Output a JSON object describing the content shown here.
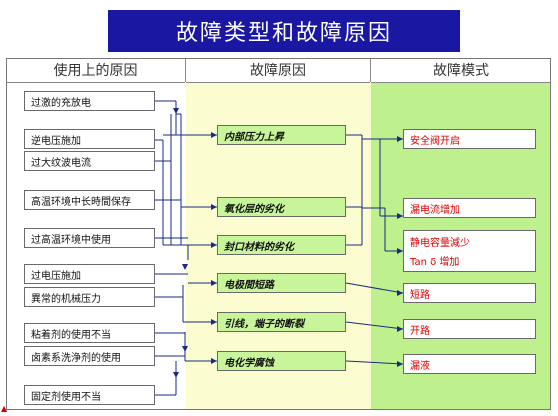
{
  "title": "故障类型和故障原因",
  "columns": {
    "causes": "使用上的原因",
    "reasons": "故障原因",
    "modes": "故障模式"
  },
  "causes": [
    "过激的充放电",
    "逆电压施加",
    "过大纹波电流",
    "高温环境中长時間保存",
    "过高温环境中使用",
    "过电压施加",
    "異常的机械压力",
    "粘着剂的使用不当",
    "卤素系洗浄剂的使用",
    "固定剂使用不当"
  ],
  "reasons": [
    "内部压力上昇",
    "氧化层的劣化",
    "封口材料的劣化",
    "电极間短路",
    "引线，端子的断裂",
    "电化学腐蚀"
  ],
  "modes": [
    "安全阀开启",
    "漏电流增加",
    "静电容量減少",
    "Tan δ 增加",
    "短路",
    "开路",
    "漏液"
  ],
  "corner_mark": "▲"
}
